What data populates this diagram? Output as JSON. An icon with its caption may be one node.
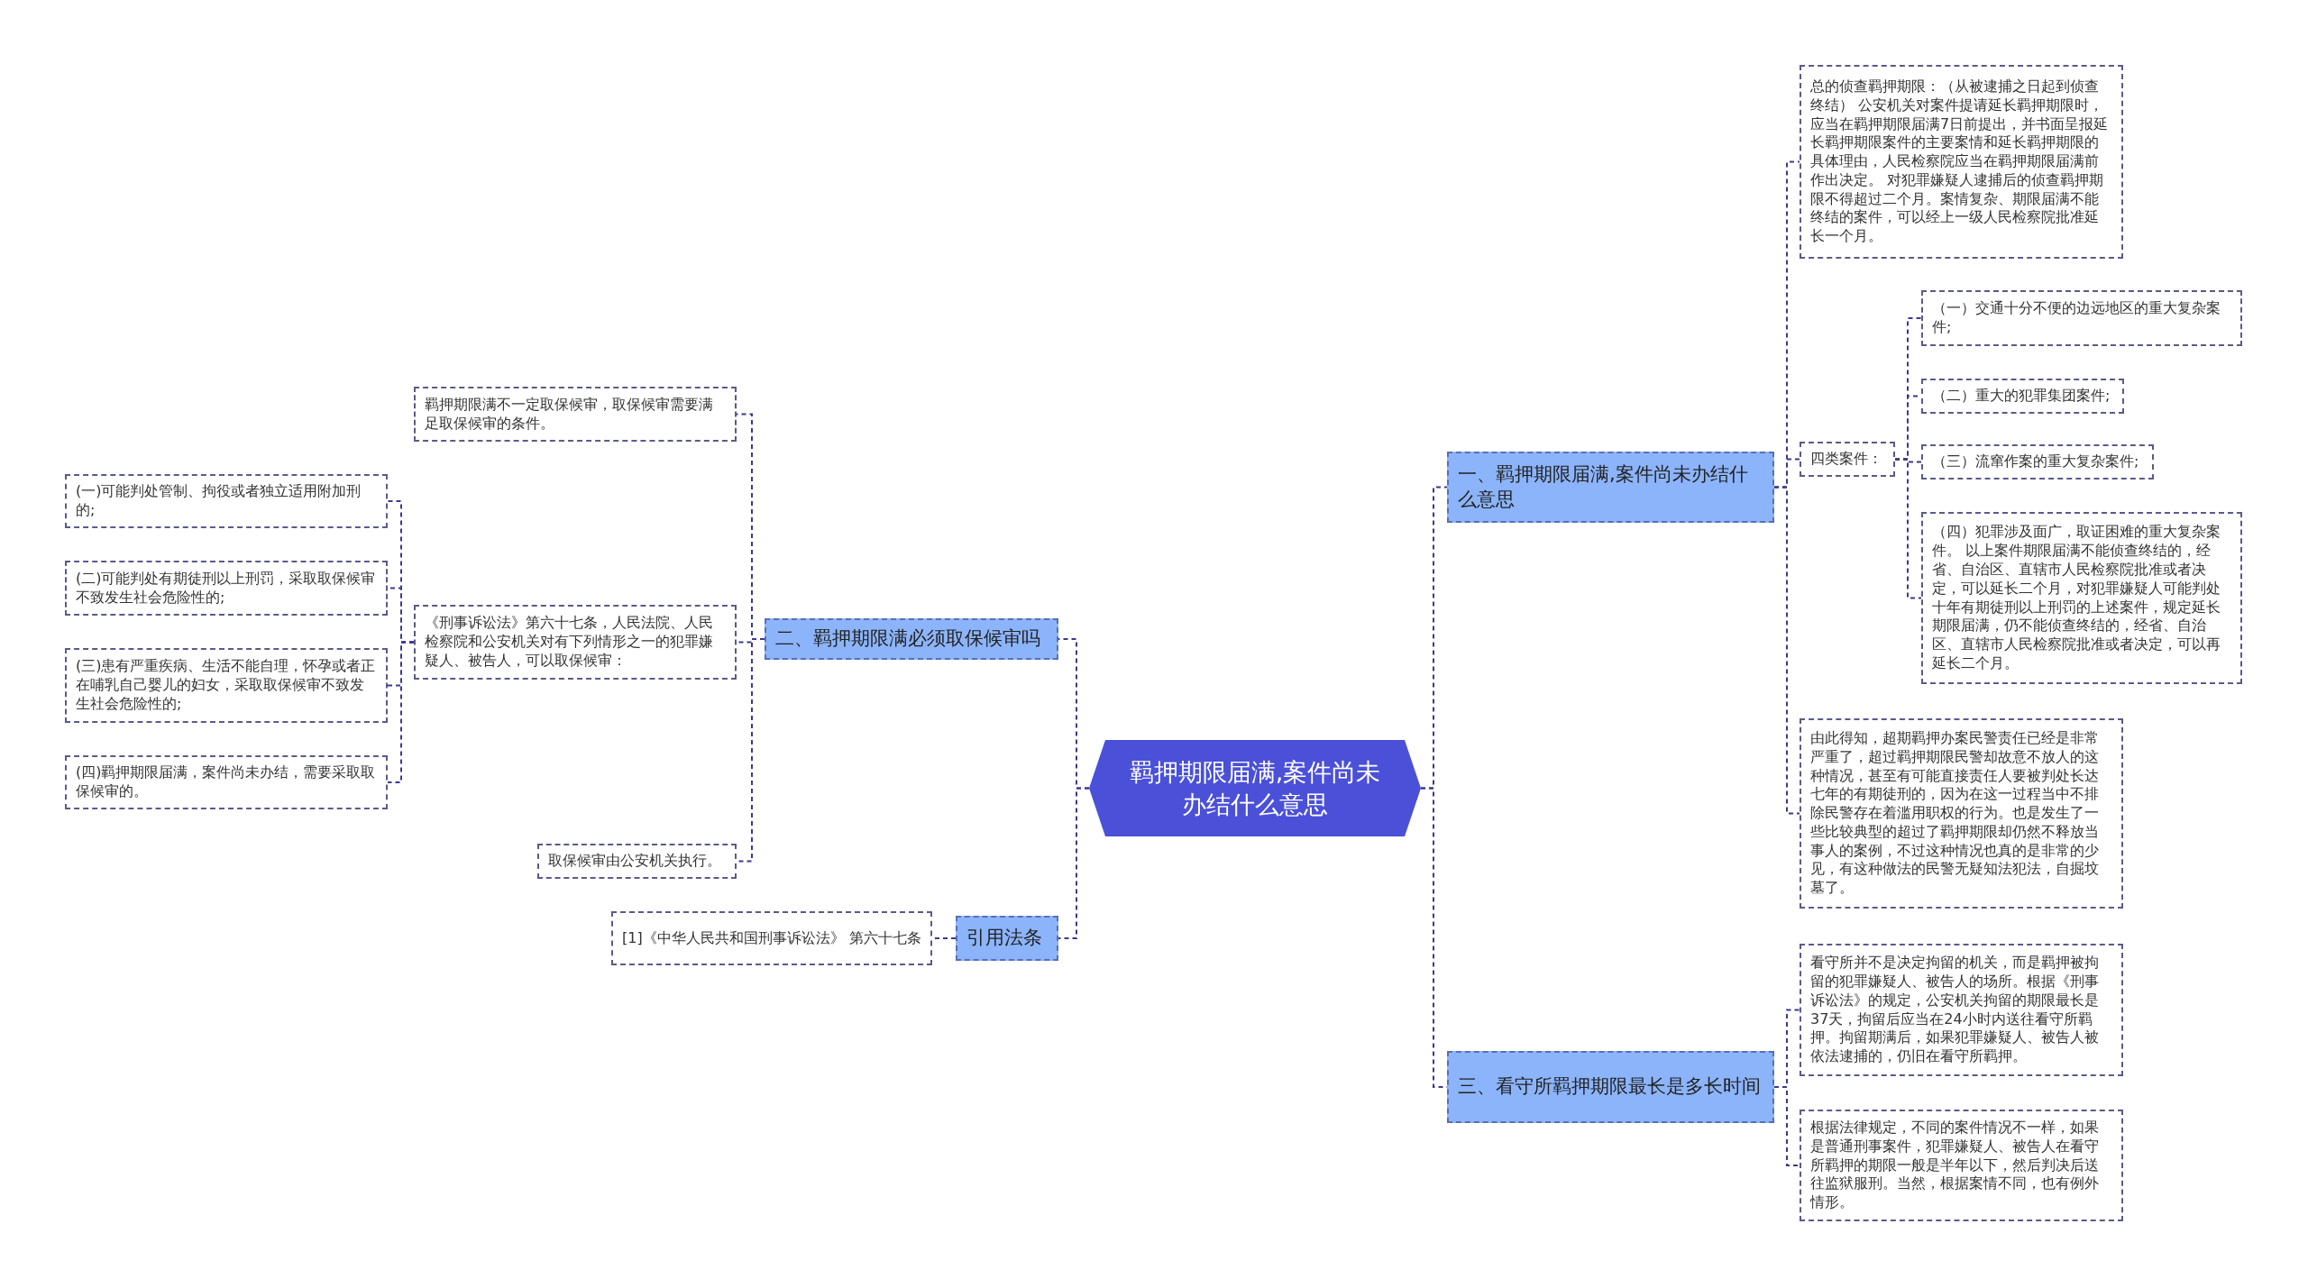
{
  "diagram": {
    "nodes": [
      {
        "text": [
          "羁押期限届满,案件尚未办结什么意思"
        ]
      },
      {
        "text": [
          "一、羁押期限届满,案件尚未办结什么意思"
        ]
      },
      {
        "text": [
          "总的侦查羁押期限：（从被逮捕之日起到侦查终结） 公安机关对案件提请延长羁押期限时，应当在羁押期限届满7日前提出，并书面呈报延长羁押期限案件的主要案情和延长羁押期限的具体理由，人民检察院应当在羁押期限届满前作出决定。 对犯罪嫌疑人逮捕后的侦查羁押期限不得超过二个月。案情复杂、期限届满不能终结的案件，可以经上一级人民检察院批准延长一个月。"
        ]
      },
      {
        "text": [
          "四类案件："
        ]
      },
      {
        "text": [
          "（一）交通十分不便的边远地区的重大复杂案件;"
        ]
      },
      {
        "text": [
          "（二）重大的犯罪集团案件;"
        ]
      },
      {
        "text": [
          "（三）流窜作案的重大复杂案件;"
        ]
      },
      {
        "text": [
          "（四）犯罪涉及面广，取证困难的重大复杂案件。 以上案件期限届满不能侦查终结的，经省、自治区、直辖市人民检察院批准或者决定，可以延长二个月，对犯罪嫌疑人可能判处十年有期徒刑以上刑罚的上述案件，规定延长期限届满，仍不能侦查终结的，经省、自治区、直辖市人民检察院批准或者决定，可以再延长二个月。"
        ]
      },
      {
        "text": [
          "由此得知，超期羁押办案民警责任已经是非常严重了，超过羁押期限民警却故意不放人的这种情况，甚至有可能直接责任人要被判处长达七年的有期徒刑的，因为在这一过程当中不排除民警存在着滥用职权的行为。也是发生了一些比较典型的超过了羁押期限却仍然不释放当事人的案例，不过这种情况也真的是非常的少见，有这种做法的民警无疑知法犯法，自掘坟墓了。"
        ]
      },
      {
        "text": [
          "三、看守所羁押期限最长是多长时间"
        ]
      },
      {
        "text": [
          "看守所并不是决定拘留的机关，而是羁押被拘留的犯罪嫌疑人、被告人的场所。根据《刑事诉讼法》的规定，公安机关拘留的期限最长是37天，拘留后应当在24小时内送往看守所羁押。拘留期满后，如果犯罪嫌疑人、被告人被依法逮捕的，仍旧在看守所羁押。"
        ]
      },
      {
        "text": [
          "根据法律规定，不同的案件情况不一样，如果是普通刑事案件，犯罪嫌疑人、被告人在看守所羁押的期限一般是半年以下，然后判决后送往监狱服刑。当然，根据案情不同，也有例外情形。"
        ]
      },
      {
        "text": [
          "二、羁押期限满必须取保候审吗"
        ]
      },
      {
        "text": [
          "羁押期限满不一定取保候审，取保候审需要满足取保候审的条件。"
        ]
      },
      {
        "text": [
          "《刑事诉讼法》第六十七条，人民法院、人民检察院和公安机关对有下列情形之一的犯罪嫌疑人、被告人，可以取保候审："
        ]
      },
      {
        "text": [
          "(一)可能判处管制、拘役或者独立适用附加刑的;"
        ]
      },
      {
        "text": [
          "(二)可能判处有期徒刑以上刑罚，采取取保候审不致发生社会危险性的;"
        ]
      },
      {
        "text": [
          "(三)患有严重疾病、生活不能自理，怀孕或者正在哺乳自己婴儿的妇女，采取取保候审不致发生社会危险性的;"
        ]
      },
      {
        "text": [
          "(四)羁押期限届满，案件尚未办结，需要采取取保候审的。"
        ]
      },
      {
        "text": [
          "取保候审由公安机关执行。"
        ]
      },
      {
        "text": [
          "引用法条"
        ]
      },
      {
        "text": [
          "[1]《中华人民共和国刑事诉讼法》 第六十七条"
        ]
      }
    ],
    "edges": [
      {
        "from": 0,
        "to": 1,
        "arrow": "none"
      },
      {
        "from": 1,
        "to": 2,
        "arrow": "none"
      },
      {
        "from": 1,
        "to": 3,
        "arrow": "none"
      },
      {
        "from": 3,
        "to": 4,
        "arrow": "none"
      },
      {
        "from": 3,
        "to": 5,
        "arrow": "none"
      },
      {
        "from": 3,
        "to": 6,
        "arrow": "none"
      },
      {
        "from": 3,
        "to": 7,
        "arrow": "none"
      },
      {
        "from": 1,
        "to": 8,
        "arrow": "none"
      },
      {
        "from": 0,
        "to": 9,
        "arrow": "none"
      },
      {
        "from": 9,
        "to": 10,
        "arrow": "none"
      },
      {
        "from": 9,
        "to": 11,
        "arrow": "none"
      },
      {
        "from": 0,
        "to": 12,
        "arrow": "none"
      },
      {
        "from": 12,
        "to": 13,
        "arrow": "none"
      },
      {
        "from": 12,
        "to": 14,
        "arrow": "none"
      },
      {
        "from": 14,
        "to": 15,
        "arrow": "none"
      },
      {
        "from": 14,
        "to": 16,
        "arrow": "none"
      },
      {
        "from": 14,
        "to": 17,
        "arrow": "none"
      },
      {
        "from": 14,
        "to": 18,
        "arrow": "none"
      },
      {
        "from": 12,
        "to": 19,
        "arrow": "none"
      },
      {
        "from": 0,
        "to": 20,
        "arrow": "none"
      },
      {
        "from": 20,
        "to": 21,
        "arrow": "none"
      }
    ]
  }
}
